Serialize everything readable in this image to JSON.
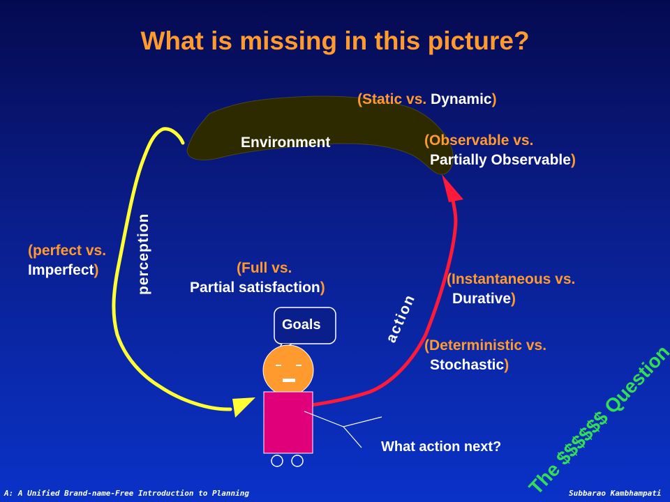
{
  "title": "What is missing in this picture?",
  "environment_label": "Environment",
  "goals_label": "Goals",
  "perception_label": "perception",
  "action_label": "action",
  "static": {
    "open": "(Static vs. ",
    "b": "Dynamic",
    "close": ")"
  },
  "observable": {
    "l1": "(Observable vs.",
    "b": "Partially Observable",
    "close": ")"
  },
  "perfect": {
    "l1": "(perfect vs.",
    "b": "Imperfect",
    "close": ")"
  },
  "full": {
    "l1": "(Full vs.",
    "b": "Partial satisfaction",
    "close": ")"
  },
  "instant": {
    "l1": "(Instantaneous vs.",
    "b": "Durative",
    "close": ")"
  },
  "determ": {
    "l1": "(Deterministic vs.",
    "b": "Stochastic",
    "close": ")"
  },
  "question": "What action next?",
  "money": "The $$$$$$ Question",
  "footer_left": "A: A  Unified Brand-name-Free Introduction to Planning",
  "footer_right": "Subbarao Kambhampati",
  "colors": {
    "orange": "#ff9a2e",
    "yellow": "#ffff33",
    "red": "#ff1a3a",
    "environment": "#2e2a00",
    "agent_body": "#e0007a",
    "agent_head": "#ff9a2e",
    "money": "#33dd55"
  }
}
